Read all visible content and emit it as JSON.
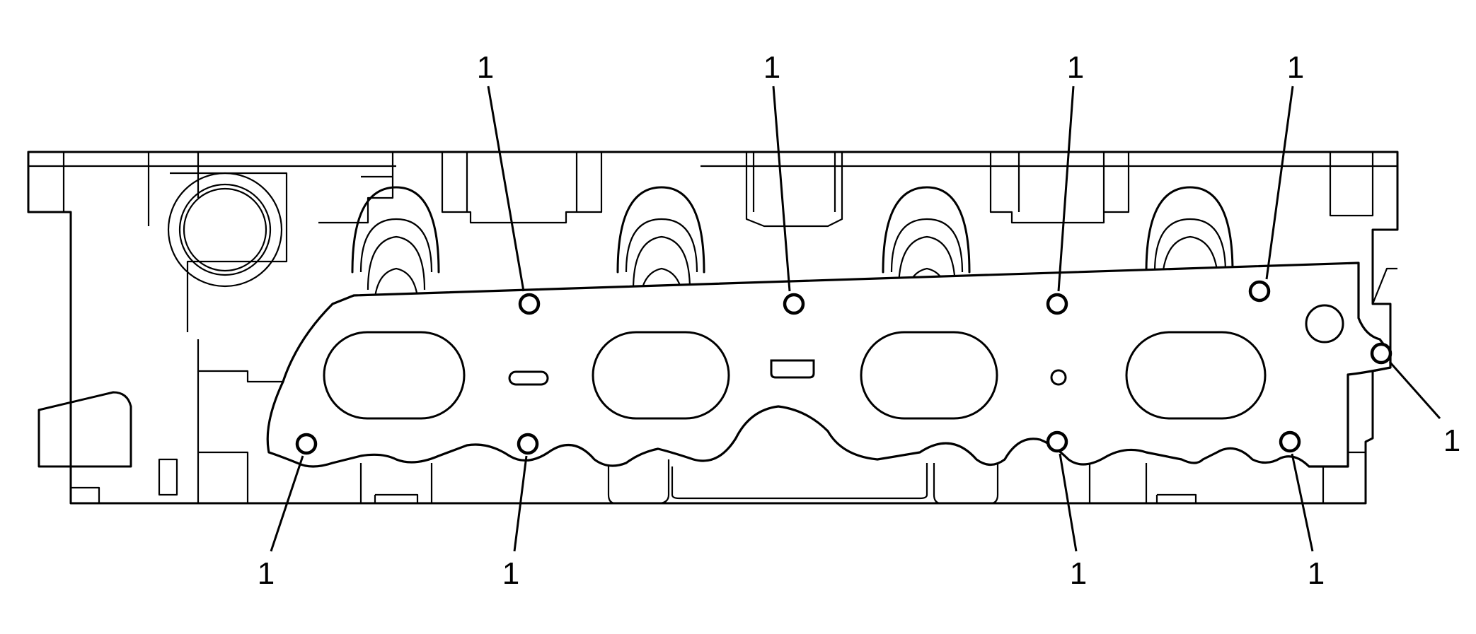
{
  "callouts": [
    {
      "label": "1"
    },
    {
      "label": "1"
    },
    {
      "label": "1"
    },
    {
      "label": "1"
    },
    {
      "label": "1"
    },
    {
      "label": "1"
    },
    {
      "label": "1"
    },
    {
      "label": "1"
    },
    {
      "label": "1"
    }
  ],
  "colors": {
    "line": "#000000",
    "background": "#ffffff"
  }
}
